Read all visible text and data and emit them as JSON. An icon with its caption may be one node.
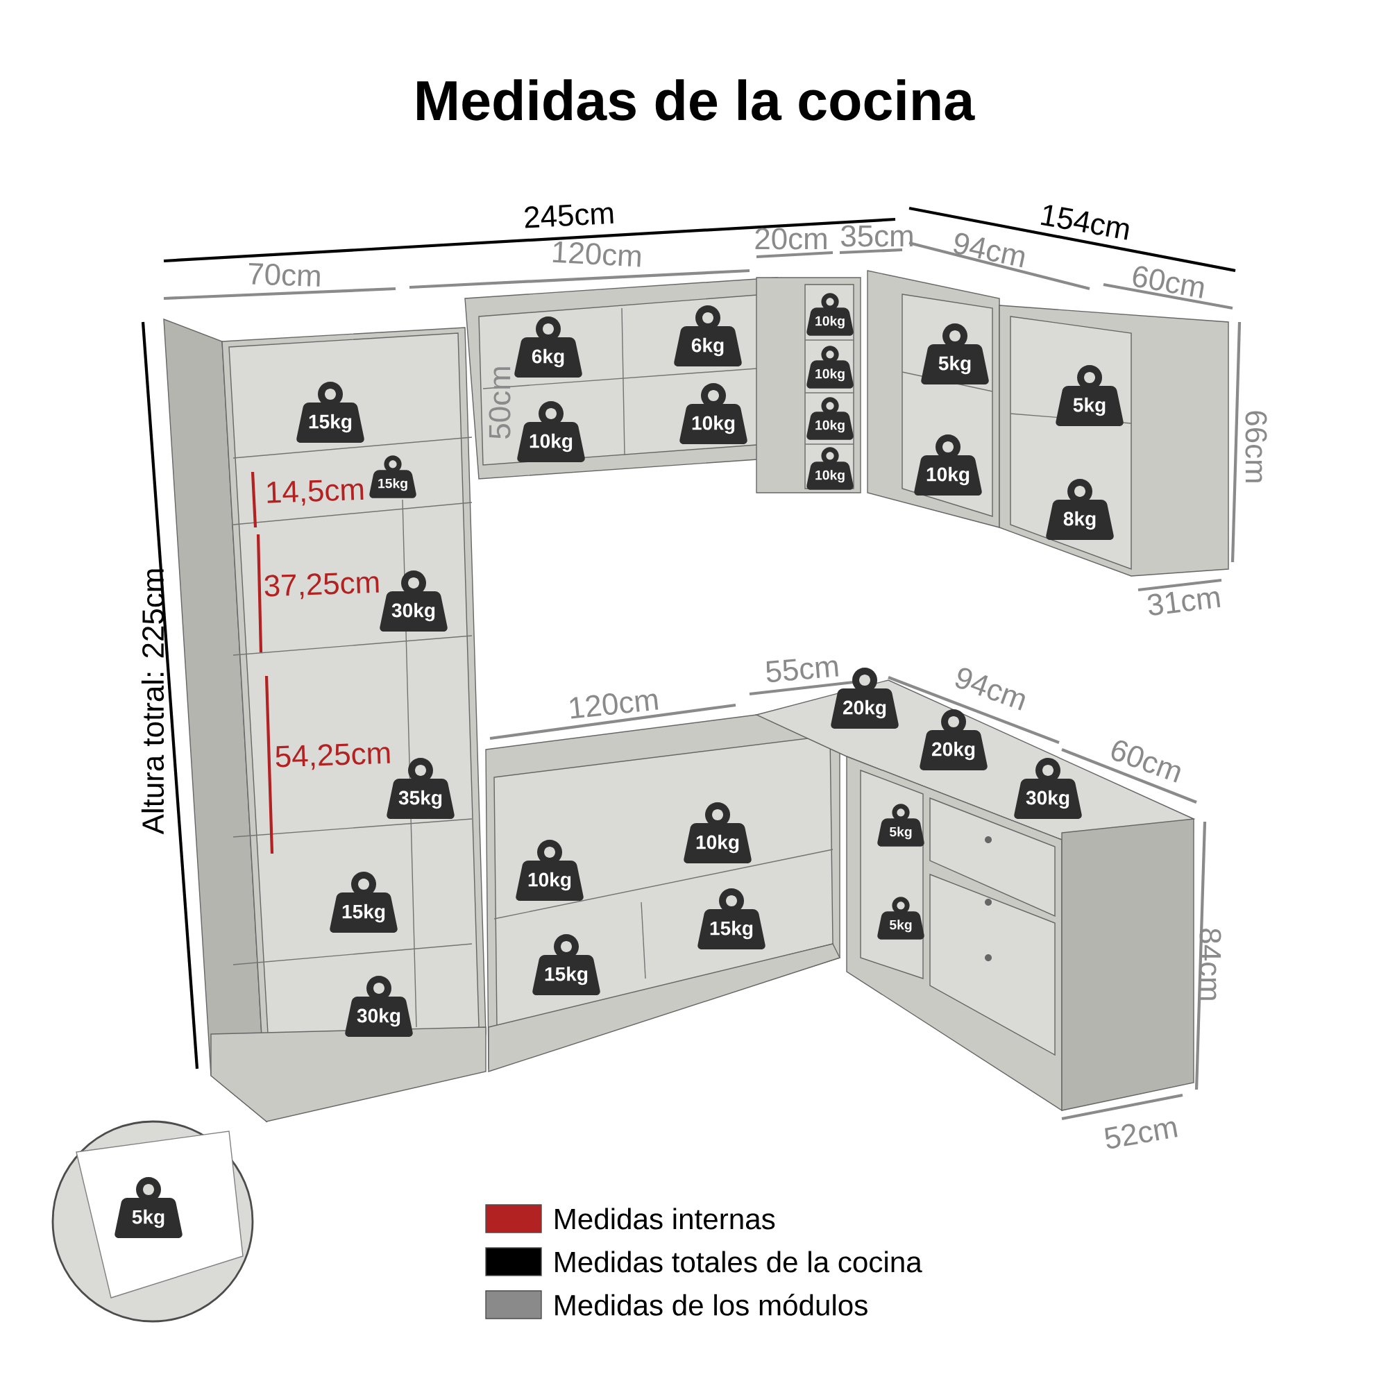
{
  "diagram": {
    "title": "Medidas de la cocina",
    "labels": [
      "245cm",
      "154cm",
      "70cm",
      "120cm",
      "20cm",
      "35cm",
      "94cm",
      "60cm",
      "66cm",
      "31cm",
      "Altura totral: 225cm",
      "50cm",
      "14,5cm",
      "37,25cm",
      "54,25cm",
      "120cm",
      "55cm",
      "94cm",
      "60cm",
      "84cm",
      "52cm",
      "15kg",
      "15kg",
      "6kg",
      "6kg",
      "10kg",
      "10kg",
      "10kg",
      "10kg",
      "10kg",
      "10kg",
      "5kg",
      "5kg",
      "10kg",
      "8kg",
      "30kg",
      "20kg",
      "20kg",
      "30kg",
      "35kg",
      "5kg",
      "5kg",
      "10kg",
      "10kg",
      "15kg",
      "15kg",
      "15kg",
      "30kg",
      "5kg"
    ],
    "legend": [
      {
        "text": "Medidas internas",
        "color": "#b22222"
      },
      {
        "text": "Medidas totales de la cocina",
        "color": "#000000"
      },
      {
        "text": "Medidas de los módulos",
        "color": "#8a8a8a"
      }
    ]
  }
}
